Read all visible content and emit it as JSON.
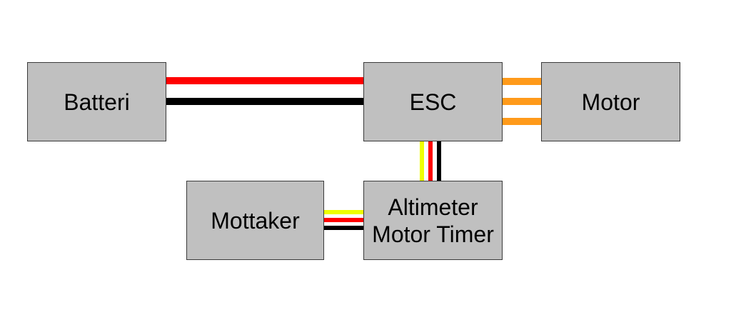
{
  "diagram": {
    "nodes": {
      "batteri": {
        "label": "Batteri"
      },
      "esc": {
        "label": "ESC"
      },
      "motor": {
        "label": "Motor"
      },
      "mottaker": {
        "label": "Mottaker"
      },
      "altimeter": {
        "label_line1": "Altimeter",
        "label_line2": "Motor Timer"
      }
    },
    "connections": [
      {
        "from": "Batteri",
        "to": "ESC",
        "wires": [
          "red",
          "black"
        ]
      },
      {
        "from": "ESC",
        "to": "Motor",
        "wires": [
          "orange",
          "orange",
          "orange"
        ]
      },
      {
        "from": "ESC",
        "to": "Altimeter Motor Timer",
        "wires": [
          "yellow",
          "red",
          "black"
        ]
      },
      {
        "from": "Mottaker",
        "to": "Altimeter Motor Timer",
        "wires": [
          "yellow",
          "red",
          "black"
        ]
      }
    ],
    "colors": {
      "box_fill": "#c0c0c0",
      "box_border": "#3a3a3a",
      "red": "#ff0000",
      "black": "#000000",
      "orange": "#ff9a1a",
      "yellow": "#eeff00"
    }
  }
}
